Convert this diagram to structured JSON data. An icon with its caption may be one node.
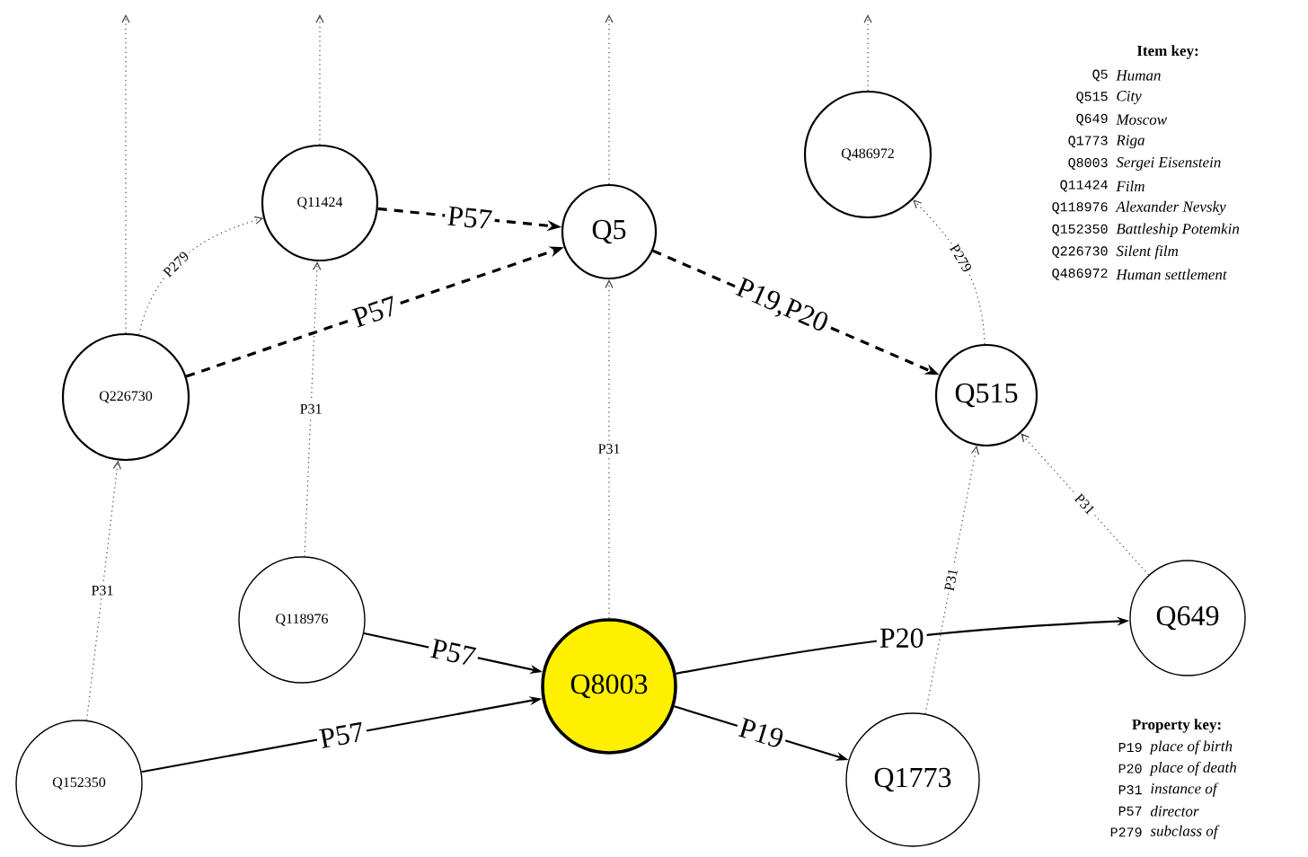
{
  "diagram": {
    "nodes": [
      {
        "text": [
          "Q11424"
        ]
      },
      {
        "text": [
          "Q5"
        ]
      },
      {
        "text": [
          "Q486972"
        ]
      },
      {
        "text": [
          "Q226730"
        ]
      },
      {
        "text": [
          "Q515"
        ]
      },
      {
        "text": [
          "Q118976"
        ]
      },
      {
        "text": [
          "Q8003"
        ]
      },
      {
        "text": [
          "Q649"
        ]
      },
      {
        "text": [
          "Q152350"
        ]
      },
      {
        "text": [
          "Q1773"
        ]
      }
    ],
    "edges": [
      {
        "from": 3,
        "to": 0,
        "arrow": "to",
        "label": "P279",
        "style": "dashed"
      },
      {
        "from": 0,
        "to": 1,
        "arrow": "to",
        "label": "P57",
        "style": "dashed",
        "color": "#000000"
      },
      {
        "from": 3,
        "to": 1,
        "arrow": "to",
        "label": "P57",
        "style": "dashed",
        "color": "#000000"
      },
      {
        "from": 1,
        "to": 4,
        "arrow": "to",
        "label": "P19,P20",
        "style": "dashed",
        "color": "#000000"
      },
      {
        "from": 5,
        "to": 0,
        "arrow": "to",
        "label": "P31",
        "style": "dashed"
      },
      {
        "from": 6,
        "to": 1,
        "arrow": "to",
        "label": "P31",
        "style": "dashed"
      },
      {
        "from": 8,
        "to": 3,
        "arrow": "to",
        "label": "P31",
        "style": "dashed"
      },
      {
        "from": 4,
        "to": 2,
        "arrow": "to",
        "label": "P279",
        "style": "dashed"
      },
      {
        "from": 9,
        "to": 4,
        "arrow": "to",
        "label": "P31",
        "style": "dashed"
      },
      {
        "from": 7,
        "to": 4,
        "arrow": "to",
        "label": "P31",
        "style": "dashed"
      },
      {
        "from": 5,
        "to": 6,
        "arrow": "to",
        "label": "P57",
        "color": "#000000"
      },
      {
        "from": 8,
        "to": 6,
        "arrow": "to",
        "label": "P57",
        "color": "#000000"
      },
      {
        "from": 6,
        "to": 7,
        "arrow": "to",
        "label": "P20",
        "color": "#000000"
      },
      {
        "from": 6,
        "to": 9,
        "arrow": "to",
        "label": "P19",
        "color": "#000000"
      },
      {
        "from": 3,
        "to": null,
        "arrow": "to",
        "style": "dashed"
      },
      {
        "from": 0,
        "to": null,
        "arrow": "to",
        "style": "dashed"
      },
      {
        "from": 1,
        "to": null,
        "arrow": "to",
        "style": "dashed"
      },
      {
        "from": 2,
        "to": null,
        "arrow": "to",
        "style": "dashed"
      }
    ],
    "labels": [
      "Item key:",
      "Q5",
      "Human",
      "Q515",
      "City",
      "Q649",
      "Moscow",
      "Q1773",
      "Riga",
      "Q8003",
      "Sergei Eisenstein",
      "Q11424",
      "Film",
      "Q118976",
      "Alexander Nevsky",
      "Q152350",
      "Battleship Potemkin",
      "Q226730",
      "Silent film",
      "Q486972",
      "Human settlement",
      "Property key:",
      "P19",
      "place of birth",
      "P20",
      "place of death",
      "P31",
      "instance of",
      "P57",
      "director",
      "P279",
      "subclass of"
    ]
  }
}
